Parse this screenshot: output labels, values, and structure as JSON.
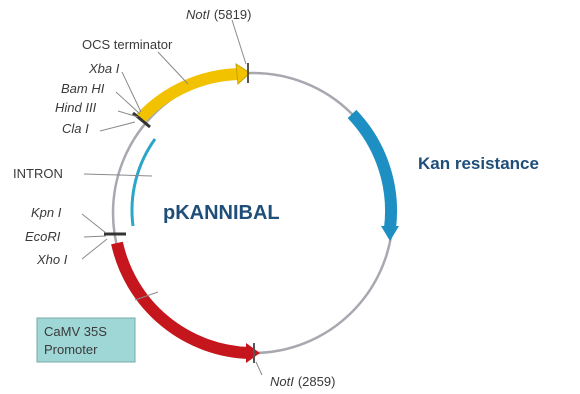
{
  "plasmid": {
    "name": "pKANNIBAL",
    "colors": {
      "backbone": "#a8a8b0",
      "ocs_terminator": "#f2c200",
      "kan_resistance": "#1e8fc2",
      "camv_35s": "#c4161c",
      "intron": "#2aa6c9",
      "box_fill": "#9fd6d6"
    }
  },
  "features": {
    "ocs_terminator": "OCS terminator",
    "kan_resistance": "Kan resistance",
    "intron": "INTRON",
    "camv_line1": "CaMV 35S",
    "camv_line2": "Promoter"
  },
  "sites": {
    "not1_top_name": "NotI",
    "not1_top_pos": "(5819)",
    "not1_bottom_name": "NotI",
    "not1_bottom_pos": "(2859)",
    "xba": "Xba I",
    "bam": "Bam HI",
    "hind": "Hind III",
    "cla": "Cla I",
    "kpn": "Kpn I",
    "eco": "EcoRI",
    "xho": "Xho I"
  }
}
